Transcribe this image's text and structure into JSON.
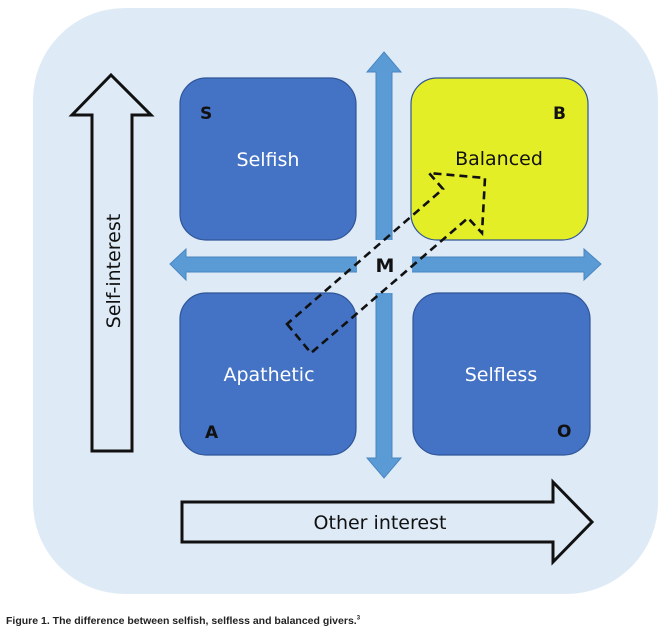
{
  "figure": {
    "caption": "Figure 1. The difference between selfish, selfless and balanced givers.",
    "caption_ref": "3"
  },
  "quadrants": [
    {
      "id": "selfish",
      "label": "Selfish",
      "letter": "S",
      "fill": "#4472c4",
      "text_color": "#ffffff",
      "letter_color": "#111111"
    },
    {
      "id": "balanced",
      "label": "Balanced",
      "letter": "B",
      "fill": "#e4ee26",
      "text_color": "#111111",
      "letter_color": "#111111"
    },
    {
      "id": "apathetic",
      "label": "Apathetic",
      "letter": "A",
      "fill": "#4472c4",
      "text_color": "#ffffff",
      "letter_color": "#111111"
    },
    {
      "id": "selfless",
      "label": "Selfless",
      "letter": "O",
      "fill": "#4472c4",
      "text_color": "#ffffff",
      "letter_color": "#111111"
    }
  ],
  "center": {
    "label": "M"
  },
  "axes": {
    "vertical": {
      "label": "Self-interest"
    },
    "horizontal": {
      "label": "Other interest"
    }
  },
  "colors": {
    "panel": "#deebf7",
    "cross_arrows": "#5b9bd5",
    "quad_border": "#2f5597",
    "outline": "#000000"
  },
  "movement_arrow": {
    "from": "apathetic",
    "to": "balanced",
    "style": "dashed"
  }
}
